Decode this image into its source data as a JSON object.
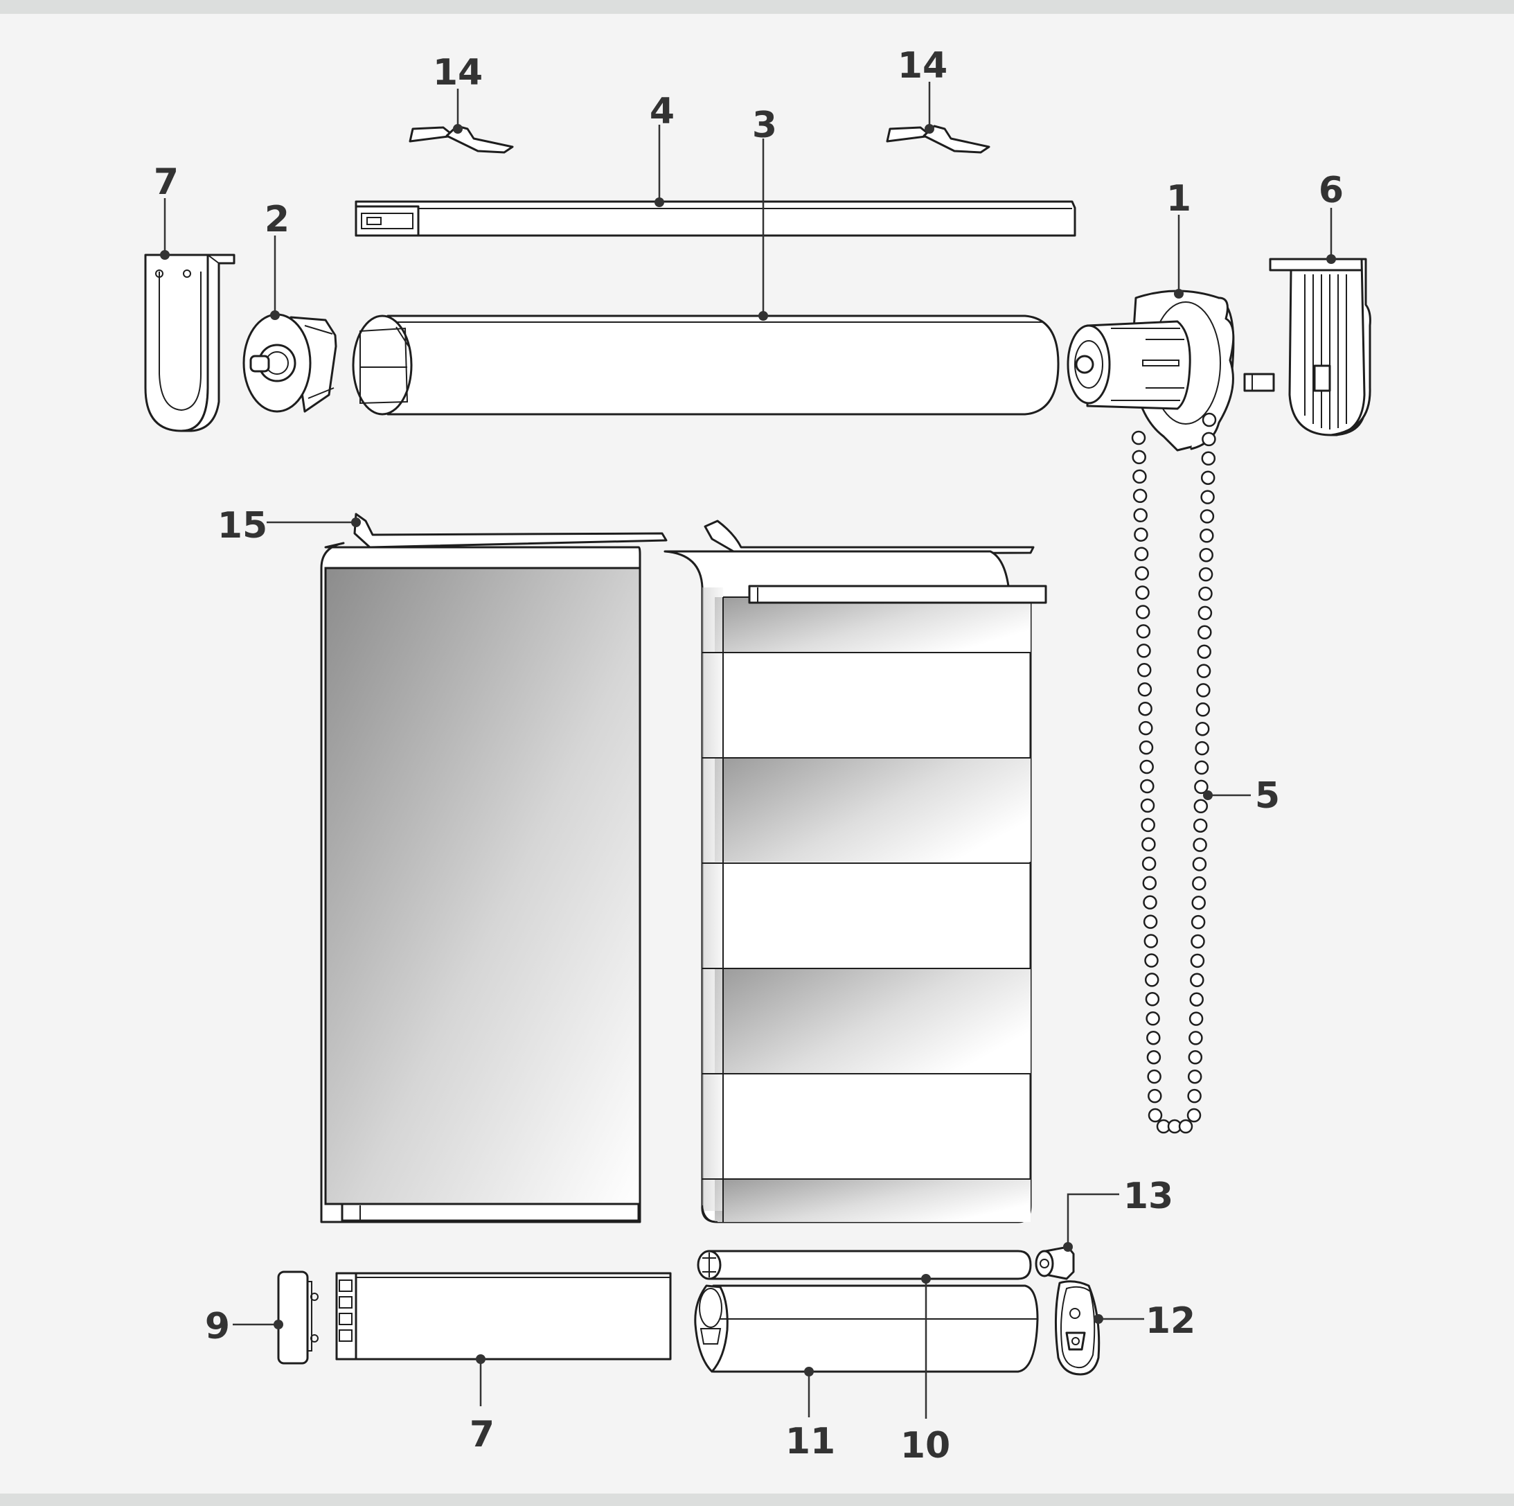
{
  "diagram": {
    "colors": {
      "background": "#f4f4f4",
      "border": "#dcdedd",
      "ink": "#1e1e1e",
      "label": "#333333"
    },
    "labels": [
      {
        "id": "c1",
        "text": "1"
      },
      {
        "id": "c2",
        "text": "2"
      },
      {
        "id": "c3",
        "text": "3"
      },
      {
        "id": "c4",
        "text": "4"
      },
      {
        "id": "c5",
        "text": "5"
      },
      {
        "id": "c6",
        "text": "6"
      },
      {
        "id": "c7a",
        "text": "7"
      },
      {
        "id": "c7b",
        "text": "7"
      },
      {
        "id": "c9",
        "text": "9"
      },
      {
        "id": "c10",
        "text": "10"
      },
      {
        "id": "c11",
        "text": "11"
      },
      {
        "id": "c12",
        "text": "12"
      },
      {
        "id": "c13",
        "text": "13"
      },
      {
        "id": "c14a",
        "text": "14"
      },
      {
        "id": "c14b",
        "text": "14"
      },
      {
        "id": "c15",
        "text": "15"
      }
    ]
  }
}
